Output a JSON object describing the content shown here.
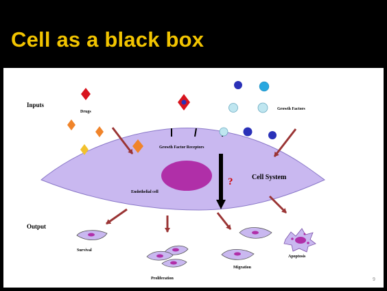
{
  "slide": {
    "title": "Cell as a black box",
    "page_number": "9"
  },
  "diagram": {
    "inputs_label": "Inputs",
    "output_label": "Output",
    "drugs_label": "Drugs",
    "growth_factors_label": "Growth Factors",
    "growth_factor_receptors_label": "Growth Factor Receptors",
    "endothelial_cell_label": "Endothelial cell",
    "cell_system_label": "Cell System",
    "question_mark": "?",
    "outcomes": {
      "survival": "Survival",
      "proliferation": "Proliferation",
      "migration": "Migration",
      "apoptosis": "Apoptosis"
    }
  },
  "colors": {
    "title": "#f2c400",
    "cell_fill": "#c9b8f0",
    "nucleus_fill": "#b02fa8",
    "arrow": "#9a3434",
    "question": "#cc0000",
    "drug_red": "#d8141e",
    "drug_orange": "#f0842a",
    "drug_yellow": "#f2c12e",
    "gf_blue": "#2a31b8",
    "gf_light": "#bfe6f0"
  }
}
